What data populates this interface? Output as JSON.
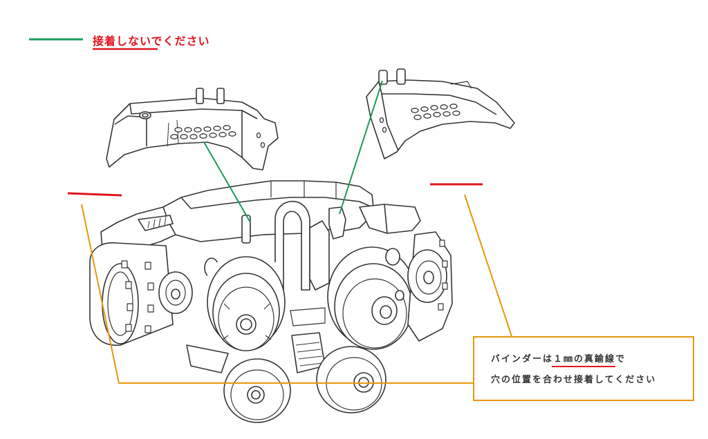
{
  "legend": {
    "do_not_glue_label": "接着しないでください",
    "line_color": "#1a9a5a",
    "underline_color": "#e0141c"
  },
  "note": {
    "line1_prefix": "バインダーは",
    "line1_emphasis": "１㎜の真鍮線",
    "line1_suffix": "で",
    "line2": "穴の位置を合わせ接着してください",
    "border_color": "#e8960e",
    "emphasis_underline_color": "#e0141c"
  },
  "colors": {
    "green_leader": "#1a9a5a",
    "orange_leader": "#e8960e",
    "red_marker": "#e0141c",
    "lineart": "#333333"
  }
}
